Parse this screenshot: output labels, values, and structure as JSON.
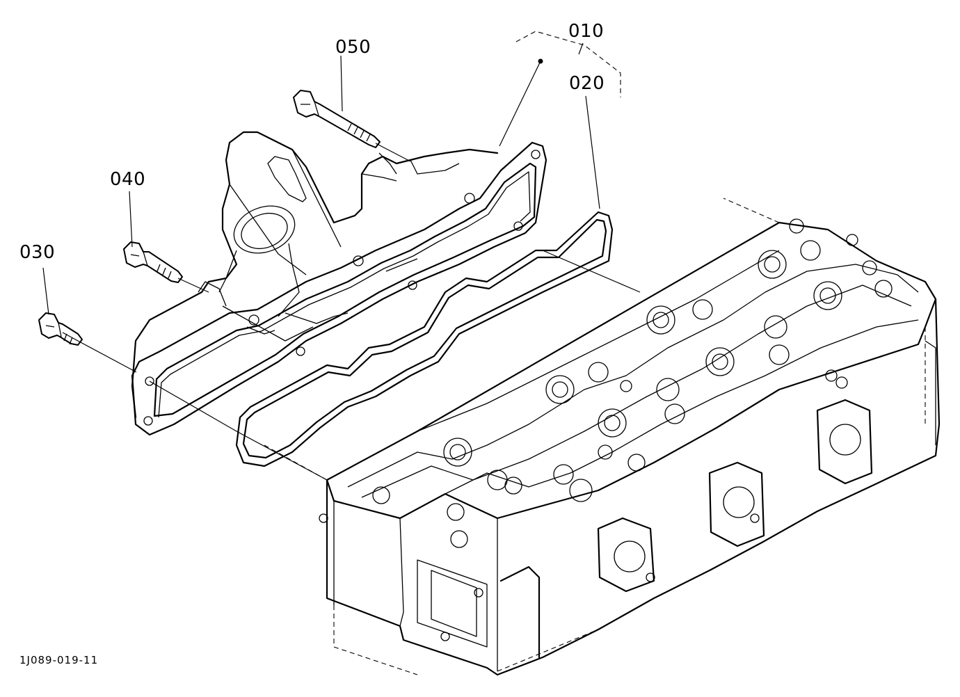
{
  "figure": {
    "id": "1J089-019-11"
  },
  "callouts": [
    {
      "key": "010",
      "label": "010"
    },
    {
      "key": "020",
      "label": "020"
    },
    {
      "key": "030",
      "label": "030"
    },
    {
      "key": "040",
      "label": "040"
    },
    {
      "key": "050",
      "label": "050"
    }
  ],
  "colors": {
    "line": "#000000",
    "background": "#ffffff"
  }
}
